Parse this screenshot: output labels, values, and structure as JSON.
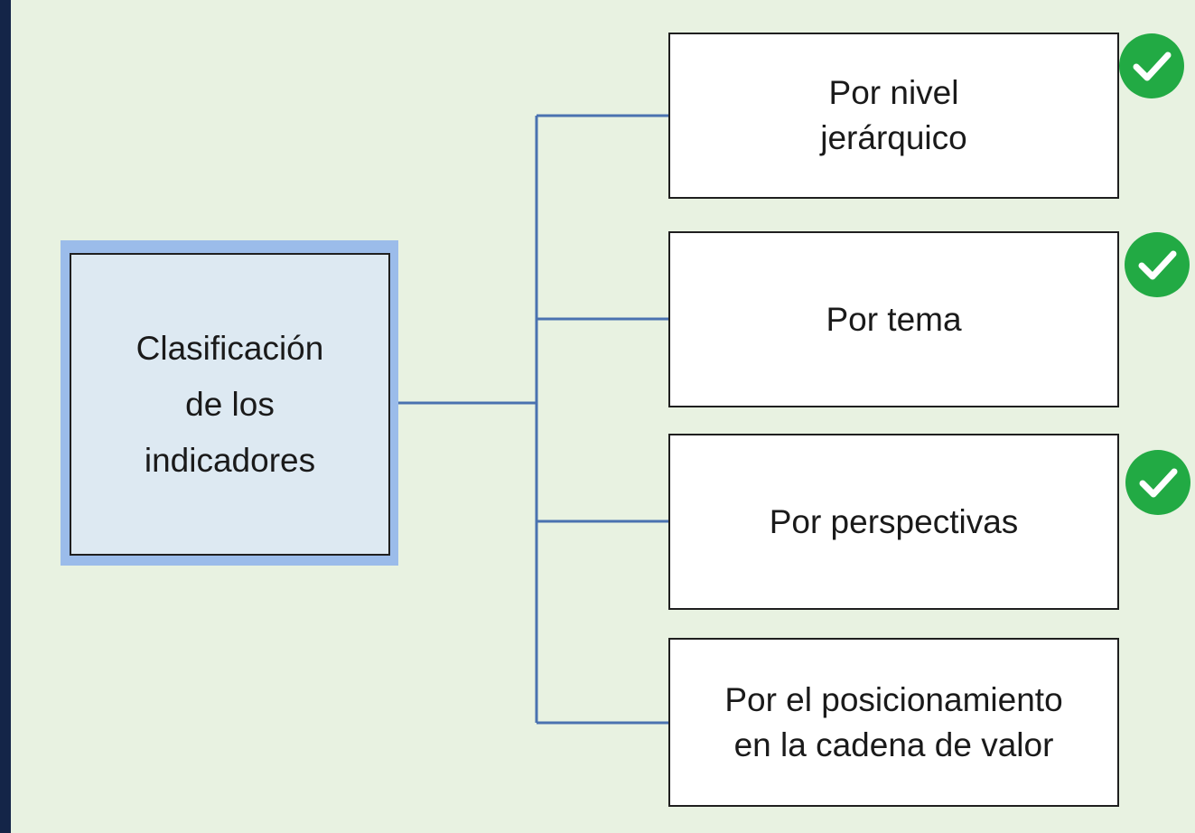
{
  "diagram": {
    "root": {
      "label": "Clasificación\nde los\nindicadores"
    },
    "children": [
      {
        "label": "Por nivel\njerárquico",
        "checked": true
      },
      {
        "label": "Por tema",
        "checked": true
      },
      {
        "label": "Por perspectivas",
        "checked": true
      },
      {
        "label": "Por el posicionamiento\nen la cadena de valor",
        "checked": false
      }
    ]
  },
  "colors": {
    "background_frame": "#142548",
    "panel": "#e8f2e1",
    "root_fill": "#dde9f2",
    "root_frame": "#9bbcea",
    "connector": "#4a72b0",
    "check": "#22aa44"
  },
  "icons": {
    "checked": "check-circle-icon"
  }
}
